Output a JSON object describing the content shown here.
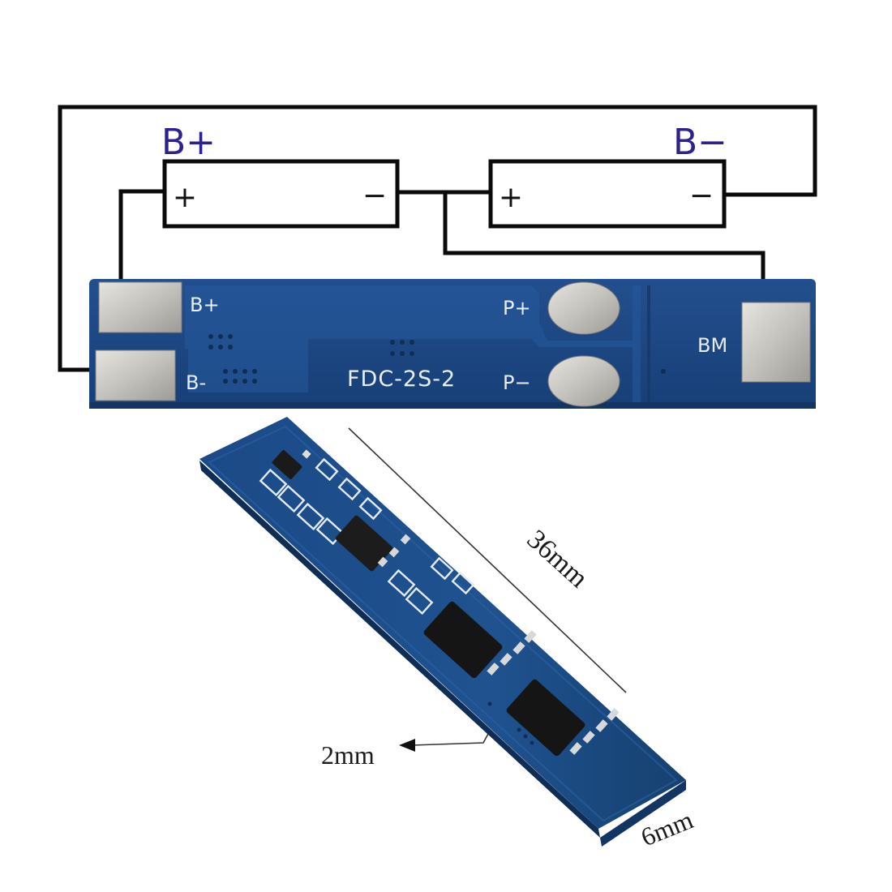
{
  "schematic": {
    "label_b_plus": "B+",
    "label_b_minus": "B−",
    "cell1": {
      "plus": "+",
      "minus": "−"
    },
    "cell2": {
      "plus": "+",
      "minus": "−"
    }
  },
  "board_top": {
    "model": "FDC-2S-2",
    "pad_b_plus": "B+",
    "pad_b_minus": "B-",
    "pad_p_plus": "P+",
    "pad_p_minus": "P−",
    "pad_bm": "BM"
  },
  "board_photo": {
    "length": "36mm",
    "thickness": "2mm",
    "width": "6mm"
  },
  "colors": {
    "pcb_blue": "#1d4a86",
    "pcb_trace": "#24579a",
    "pad_silver": "#c9c7c2",
    "wire": "#0a0a0a",
    "label_blue": "#2b2290"
  }
}
